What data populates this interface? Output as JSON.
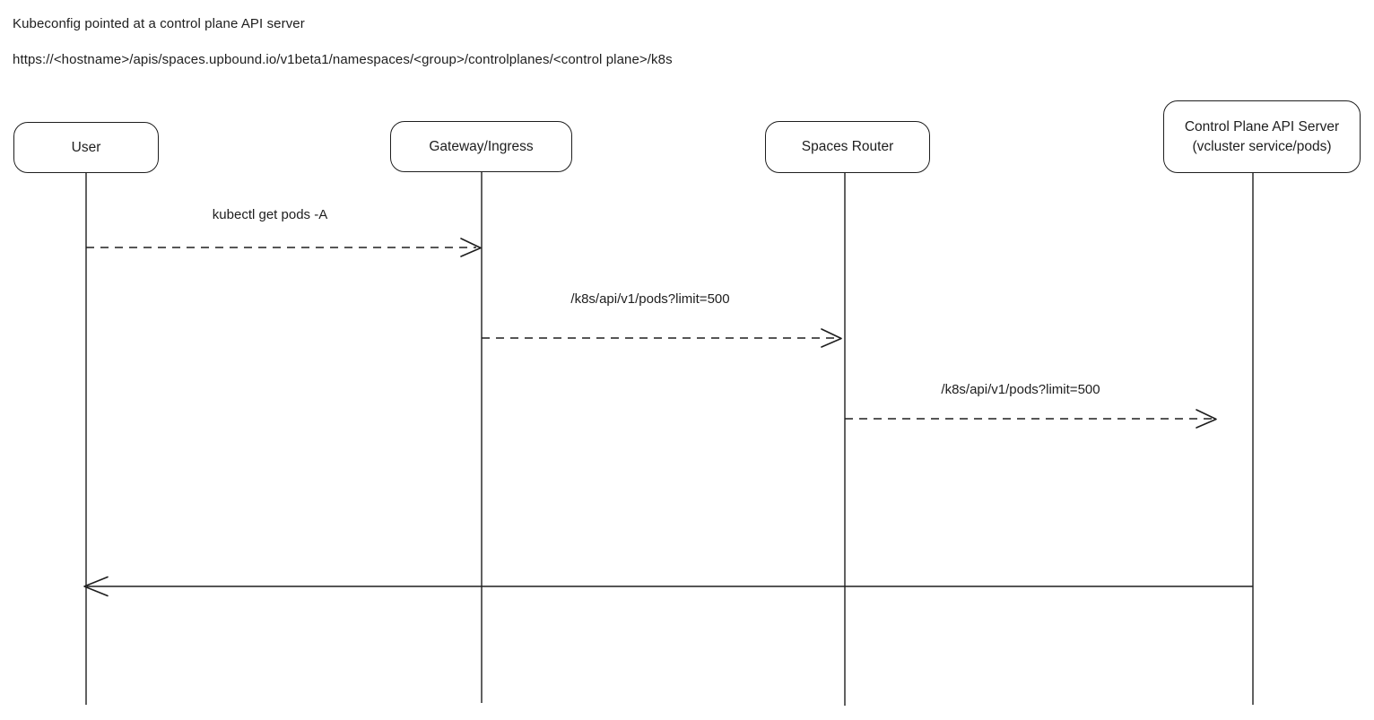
{
  "header": {
    "line1": "Kubeconfig pointed at a control plane API server",
    "line2": "https://<hostname>/apis/spaces.upbound.io/v1beta1/namespaces/<group>/controlplanes/<control plane>/k8s"
  },
  "diagram": {
    "type": "sequence-diagram",
    "colors": {
      "stroke": "#1e1e1e",
      "background": "#ffffff"
    },
    "actors": [
      {
        "id": "user",
        "label": "User"
      },
      {
        "id": "gateway-ingress",
        "label": "Gateway/Ingress"
      },
      {
        "id": "spaces-router",
        "label": "Spaces Router"
      },
      {
        "id": "control-plane-api-server",
        "label": "Control Plane API Server",
        "sublabel": "(vcluster service/pods)"
      }
    ],
    "messages": [
      {
        "from": "User",
        "to": "Gateway/Ingress",
        "label": "kubectl get pods -A",
        "line": "dashed",
        "direction": "right"
      },
      {
        "from": "Gateway/Ingress",
        "to": "Spaces Router",
        "label": "/k8s/api/v1/pods?limit=500",
        "line": "dashed",
        "direction": "right"
      },
      {
        "from": "Spaces Router",
        "to": "Control Plane API Server",
        "label": "/k8s/api/v1/pods?limit=500",
        "line": "dashed",
        "direction": "right"
      },
      {
        "from": "Control Plane API Server",
        "to": "User",
        "label": "",
        "line": "solid",
        "direction": "left"
      }
    ]
  }
}
